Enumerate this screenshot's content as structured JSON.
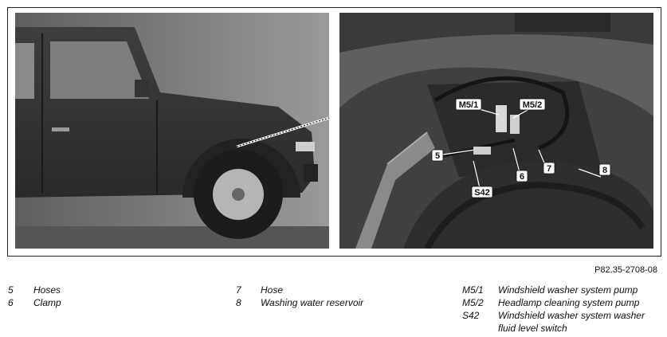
{
  "figure_id": "P82.35-2708-08",
  "callouts": {
    "m51": "M5/1",
    "m52": "M5/2",
    "c5": "5",
    "c6": "6",
    "c7": "7",
    "c8": "8",
    "s42": "S42"
  },
  "legend": {
    "col1": [
      {
        "num": "5",
        "text": "Hoses"
      },
      {
        "num": "6",
        "text": "Clamp"
      }
    ],
    "col2": [
      {
        "num": "7",
        "text": "Hose"
      },
      {
        "num": "8",
        "text": "Washing water reservoir"
      }
    ],
    "col3": [
      {
        "num": "M5/1",
        "text": "Windshield washer system pump"
      },
      {
        "num": "M5/2",
        "text": "Headlamp cleaning system pump"
      },
      {
        "num": "S42",
        "text": "Windshield washer system washer fluid level switch"
      }
    ]
  }
}
